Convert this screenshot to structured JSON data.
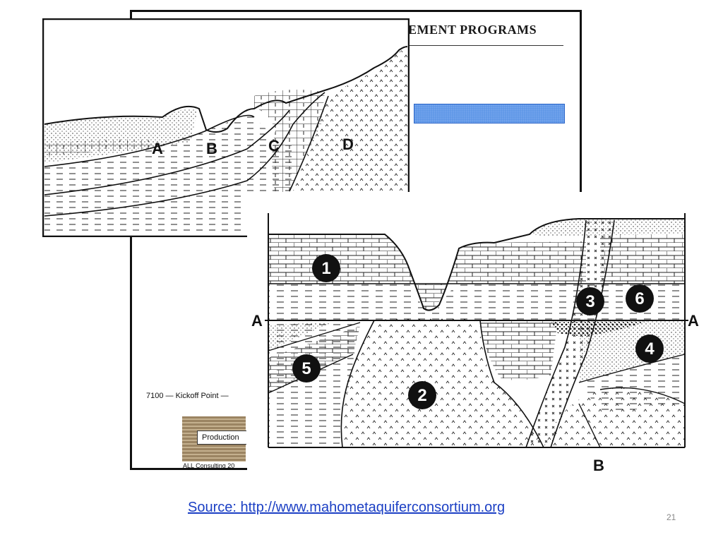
{
  "background_doc": {
    "title": "EMENT PROGRAMS",
    "kickoff_label": "7100 — Kickoff Point —",
    "production_label": "Production",
    "credit": "ALL Consulting 20"
  },
  "figure_anticlines": {
    "labels": [
      "A",
      "B",
      "C",
      "D"
    ]
  },
  "figure_aquifer": {
    "section_left": "A",
    "section_right": "A",
    "bottom_label": "B",
    "units": [
      "1",
      "2",
      "3",
      "4",
      "5",
      "6"
    ]
  },
  "footer": {
    "source": "Source: http://www.mahometaquiferconsortium.org",
    "page_number": "21"
  },
  "colors": {
    "link": "#1b3fc4",
    "highlight_bar": "#5b94e6"
  }
}
